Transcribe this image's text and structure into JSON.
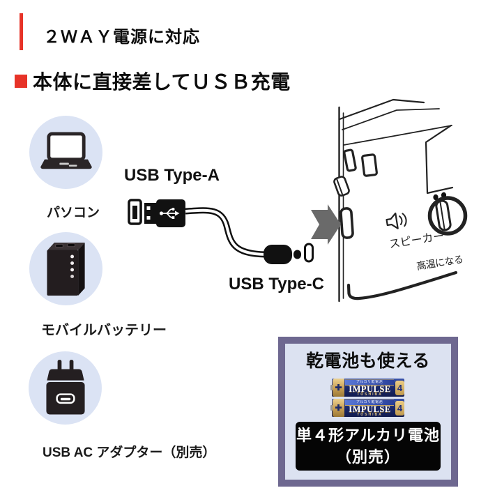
{
  "header": {
    "title_sub": "２ＷＡＹ電源に対応",
    "title_main": "本体に直接差してＵＳＢ充電"
  },
  "power_sources": [
    {
      "label": "パソコン"
    },
    {
      "label": "モバイルバッテリー"
    },
    {
      "label": "USB AC アダプター（別売）"
    }
  ],
  "cable": {
    "type_a_label": "USB Type-A",
    "type_c_label": "USB Type-C"
  },
  "device": {
    "speaker_label": "スピーカー",
    "caution_text": "高温になる"
  },
  "battery_box": {
    "title": "乾電池も使える",
    "caption_line1": "単４形アルカリ電池",
    "caption_line2": "（別売）",
    "battery": {
      "header_text": "アルカリ乾電池",
      "brand": "IMPULSE",
      "maker": "TOSHIBA",
      "size_number": "4",
      "plus_mark": "✚"
    }
  },
  "colors": {
    "accent_red": "#e73328",
    "icon_circle_bg": "#dbe3f4",
    "box_border_purple": "#6e6890",
    "box_inner_bg": "#dce2f1",
    "battery_navy": "#1b2a6e",
    "battery_gold": "#d7b36a",
    "arrow_gray": "#6a6a6a"
  }
}
